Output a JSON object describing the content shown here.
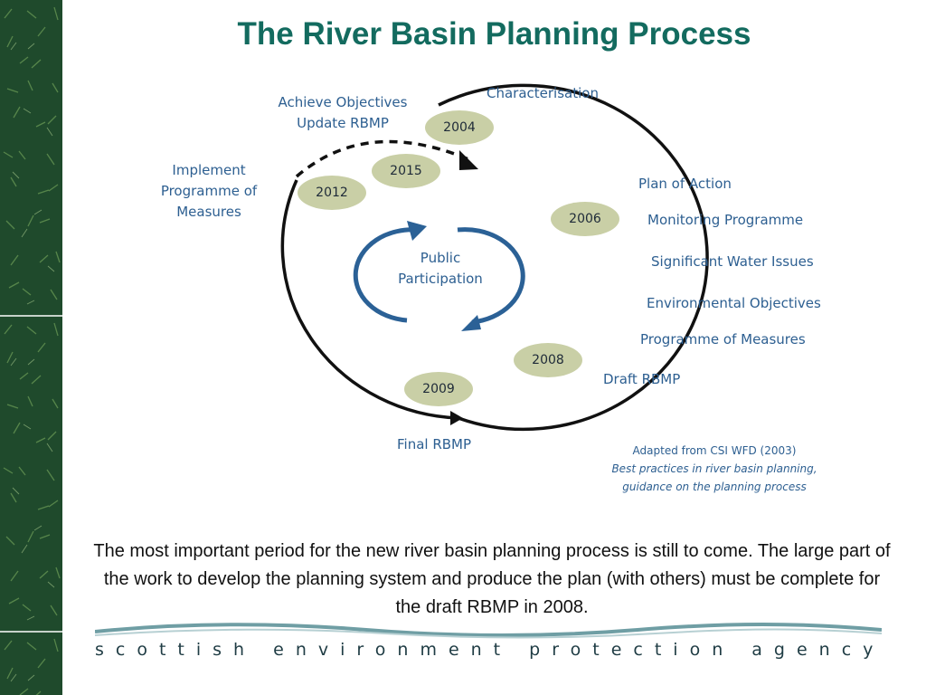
{
  "title": "The River Basin Planning Process",
  "diagram": {
    "center_label_line1": "Public",
    "center_label_line2": "Participation",
    "year_pills": [
      "2004",
      "2015",
      "2012",
      "2006",
      "2008",
      "2009"
    ],
    "labels": {
      "achieve_line1": "Achieve Objectives",
      "achieve_line2": "Update RBMP",
      "characterisation": "Characterisation",
      "implement_line1": "Implement",
      "implement_line2": "Programme of",
      "implement_line3": "Measures",
      "plan_of_action": "Plan of Action",
      "monitoring": "Monitoring Programme",
      "significant": "Significant Water Issues",
      "environmental": "Environmental Objectives",
      "programme_measures": "Programme of Measures",
      "draft": "Draft RBMP",
      "final": "Final RBMP"
    },
    "source_line1": "Adapted from CSI WFD (2003)",
    "source_line2": "Best practices in river basin planning,",
    "source_line3": "guidance on the planning process"
  },
  "body_text": "The most important period for the new river basin planning process is still to come. The large part of the work to develop the planning system and produce the plan (with others) must be complete for the draft RBMP in 2008.",
  "footer": {
    "agency_name": "scottish environment protection agency"
  },
  "colors": {
    "title": "#136b5f",
    "label": "#2d5f91",
    "pill": "#c9cfa6",
    "arrow": "#2b6196",
    "ring": "#111111"
  }
}
